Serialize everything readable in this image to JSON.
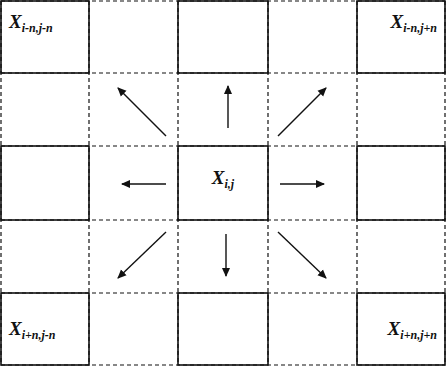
{
  "diagram": {
    "nodes": [
      {
        "text": [
          "Xi-n,j-n"
        ]
      },
      {
        "text": [
          "Xi-n,j+n"
        ]
      },
      {
        "text": [
          "Xi,j"
        ]
      },
      {
        "text": [
          "Xi+n,j-n"
        ]
      },
      {
        "text": [
          "Xi+n,j+n"
        ]
      }
    ]
  }
}
